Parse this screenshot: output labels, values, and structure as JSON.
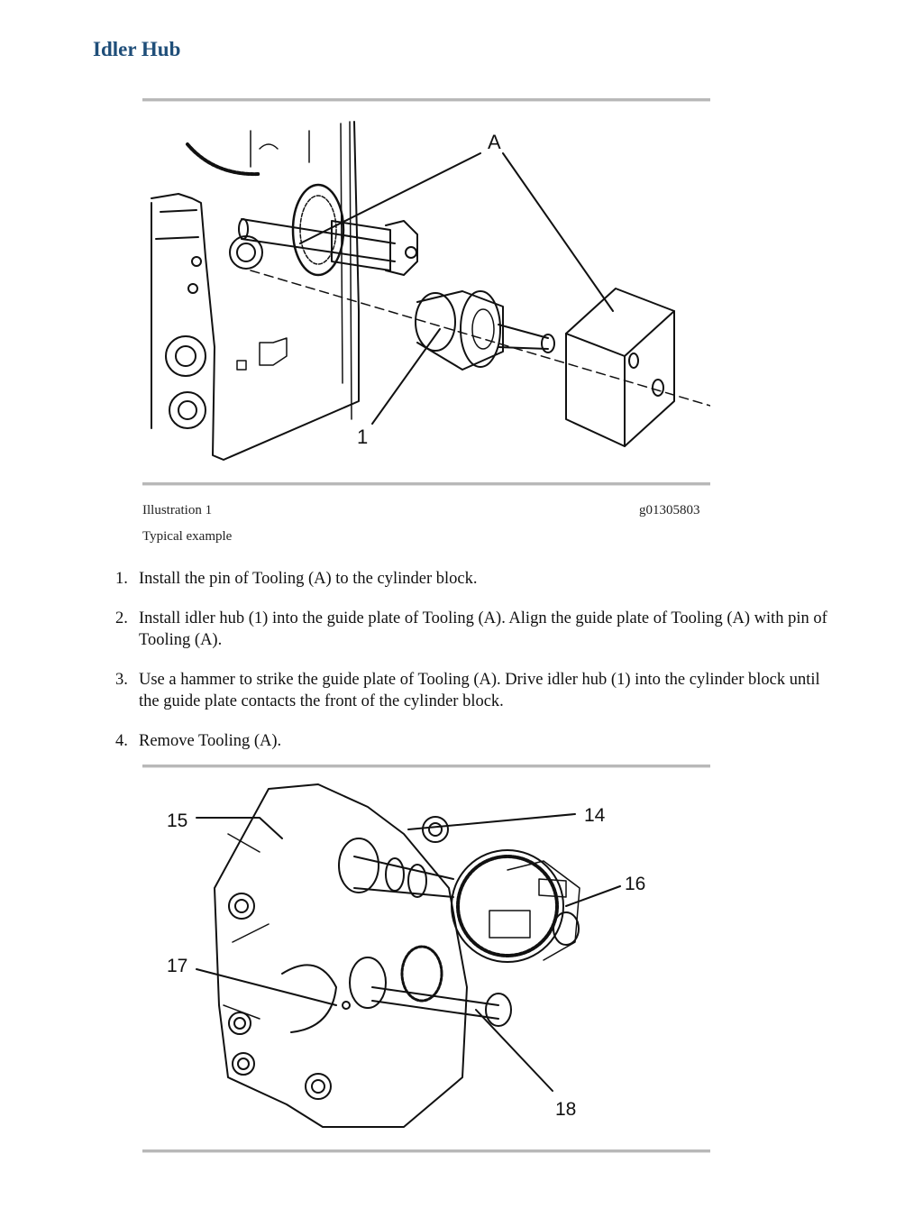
{
  "page": {
    "title": "Idler Hub"
  },
  "figure1": {
    "illustration_label": "Illustration 1",
    "image_id": "g01305803",
    "caption": "Typical example",
    "callouts": {
      "a": "A",
      "one": "1"
    }
  },
  "steps": [
    {
      "num": "1.",
      "text": "Install the pin of Tooling (A) to the cylinder block."
    },
    {
      "num": "2.",
      "text": "Install idler hub (1) into the guide plate of Tooling (A). Align the guide plate of Tooling (A) with pin of Tooling (A)."
    },
    {
      "num": "3.",
      "text": "Use a hammer to strike the guide plate of Tooling (A). Drive idler hub (1) into the cylinder block until the guide plate contacts the front of the cylinder block."
    },
    {
      "num": "4.",
      "text": "Remove Tooling (A)."
    }
  ],
  "figure2": {
    "callouts": {
      "c14": "14",
      "c15": "15",
      "c16": "16",
      "c17": "17",
      "c18": "18"
    }
  }
}
